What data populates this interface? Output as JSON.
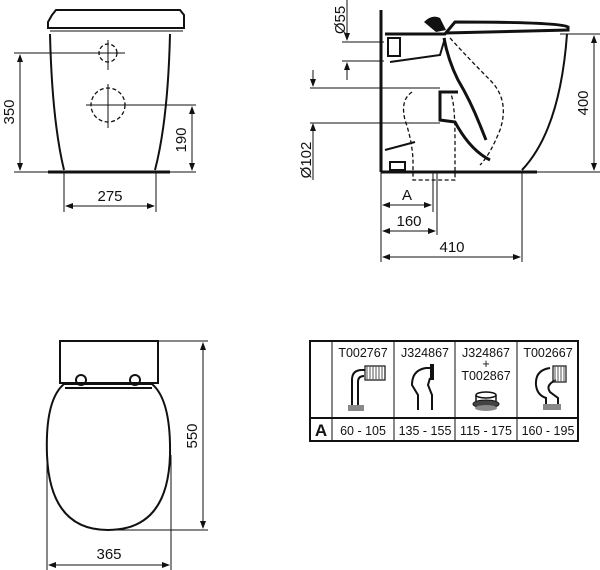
{
  "front_view": {
    "height_label": "350",
    "center_height_label": "190",
    "base_width_label": "275"
  },
  "side_view": {
    "inlet_diameter_label": "Ø55",
    "outlet_diameter_label": "Ø102",
    "height_label": "400",
    "a_label": "A",
    "outlet_distance_label": "160",
    "depth_label": "410"
  },
  "top_view": {
    "length_label": "550",
    "width_label": "365"
  },
  "connector_table": {
    "row_header": "A",
    "columns": [
      {
        "code": "T002767",
        "code2": "",
        "plus": "",
        "range": "60 - 105",
        "icon": "bend-90-connector-icon"
      },
      {
        "code": "J324867",
        "code2": "",
        "plus": "",
        "range": "135 - 155",
        "icon": "offset-connector-icon"
      },
      {
        "code": "J324867",
        "code2": "T002867",
        "plus": "+",
        "range": "115 - 175",
        "icon": "extension-ring-icon"
      },
      {
        "code": "T002667",
        "code2": "",
        "plus": "",
        "range": "160 - 195",
        "icon": "bend-offset-connector-icon"
      }
    ]
  }
}
